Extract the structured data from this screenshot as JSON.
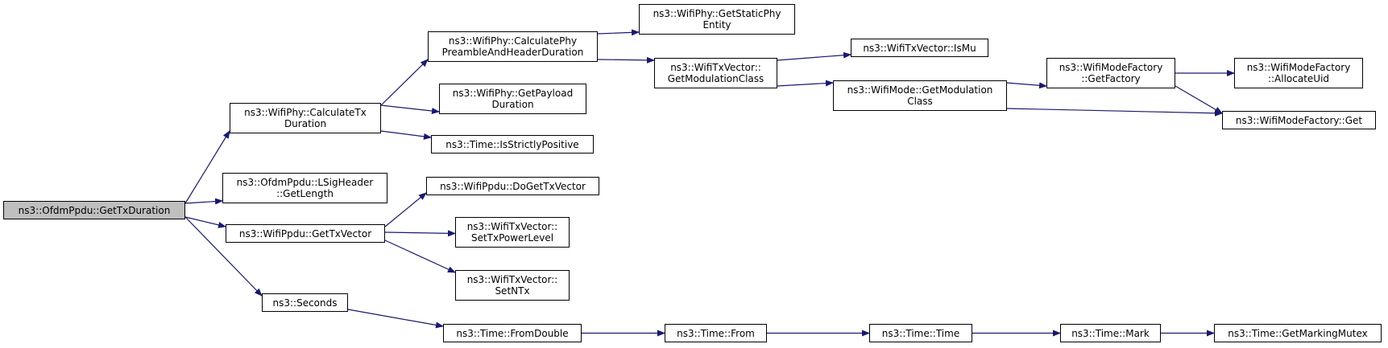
{
  "colors": {
    "edge": "#191970",
    "root_fill": "#bfbfbf",
    "node_border": "#000000",
    "node_fill": "#ffffff"
  },
  "nodes": [
    {
      "id": "n0",
      "lines": [
        "ns3::OfdmPpdu::GetTxDuration"
      ],
      "root": true
    },
    {
      "id": "n1",
      "lines": [
        "ns3::WifiPhy::CalculateTx",
        "Duration"
      ]
    },
    {
      "id": "n2",
      "lines": [
        "ns3::OfdmPpdu::LSigHeader",
        "::GetLength"
      ]
    },
    {
      "id": "n3",
      "lines": [
        "ns3::WifiPpdu::GetTxVector"
      ]
    },
    {
      "id": "n4",
      "lines": [
        "ns3::Seconds"
      ]
    },
    {
      "id": "n5",
      "lines": [
        "ns3::WifiPhy::CalculatePhy",
        "PreambleAndHeaderDuration"
      ]
    },
    {
      "id": "n6",
      "lines": [
        "ns3::WifiPhy::GetPayload",
        "Duration"
      ]
    },
    {
      "id": "n7",
      "lines": [
        "ns3::Time::IsStrictlyPositive"
      ]
    },
    {
      "id": "n8",
      "lines": [
        "ns3::WifiPpdu::DoGetTxVector"
      ]
    },
    {
      "id": "n9",
      "lines": [
        "ns3::WifiTxVector::",
        "SetTxPowerLevel"
      ]
    },
    {
      "id": "n10",
      "lines": [
        "ns3::WifiTxVector::",
        "SetNTx"
      ]
    },
    {
      "id": "n11",
      "lines": [
        "ns3::Time::FromDouble"
      ]
    },
    {
      "id": "n12",
      "lines": [
        "ns3::WifiPhy::GetStaticPhy",
        "Entity"
      ]
    },
    {
      "id": "n13",
      "lines": [
        "ns3::WifiTxVector::",
        "GetModulationClass"
      ]
    },
    {
      "id": "n14",
      "lines": [
        "ns3::Time::From"
      ]
    },
    {
      "id": "n15",
      "lines": [
        "ns3::WifiTxVector::IsMu"
      ]
    },
    {
      "id": "n16",
      "lines": [
        "ns3::WifiMode::GetModulation",
        "Class"
      ]
    },
    {
      "id": "n17",
      "lines": [
        "ns3::Time::Time"
      ]
    },
    {
      "id": "n18",
      "lines": [
        "ns3::WifiModeFactory",
        "::GetFactory"
      ]
    },
    {
      "id": "n19",
      "lines": [
        "ns3::WifiModeFactory::Get"
      ]
    },
    {
      "id": "n20",
      "lines": [
        "ns3::Time::Mark"
      ]
    },
    {
      "id": "n21",
      "lines": [
        "ns3::WifiModeFactory",
        "::AllocateUid"
      ]
    },
    {
      "id": "n22",
      "lines": [
        "ns3::Time::GetMarkingMutex"
      ]
    }
  ],
  "edges": [
    [
      "n0",
      "n1"
    ],
    [
      "n0",
      "n2"
    ],
    [
      "n0",
      "n3"
    ],
    [
      "n0",
      "n4"
    ],
    [
      "n1",
      "n5"
    ],
    [
      "n1",
      "n6"
    ],
    [
      "n1",
      "n7"
    ],
    [
      "n3",
      "n8"
    ],
    [
      "n3",
      "n9"
    ],
    [
      "n3",
      "n10"
    ],
    [
      "n4",
      "n11"
    ],
    [
      "n5",
      "n12"
    ],
    [
      "n5",
      "n13"
    ],
    [
      "n13",
      "n15"
    ],
    [
      "n13",
      "n16"
    ],
    [
      "n16",
      "n18"
    ],
    [
      "n16",
      "n19"
    ],
    [
      "n18",
      "n21"
    ],
    [
      "n18",
      "n19"
    ],
    [
      "n11",
      "n14"
    ],
    [
      "n14",
      "n17"
    ],
    [
      "n17",
      "n20"
    ],
    [
      "n20",
      "n22"
    ]
  ]
}
